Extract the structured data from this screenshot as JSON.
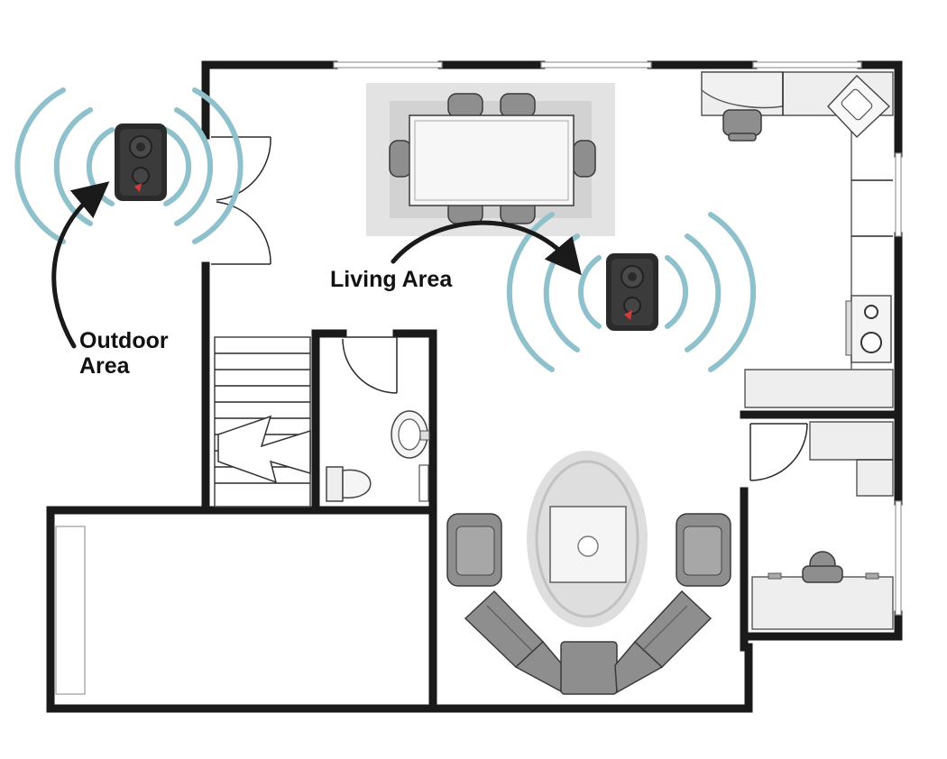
{
  "labels": {
    "outdoor_line1": "Outdoor",
    "outdoor_line2": "Area",
    "living": "Living Area"
  },
  "icons": {
    "speaker": "speaker-icon",
    "arrow": "curved-arrow-icon"
  },
  "colors": {
    "wave": "#8fc1cc",
    "speaker_body": "#2b2b2b",
    "speaker_accent": "#d83a3a",
    "wall": "#1a1a1a"
  }
}
